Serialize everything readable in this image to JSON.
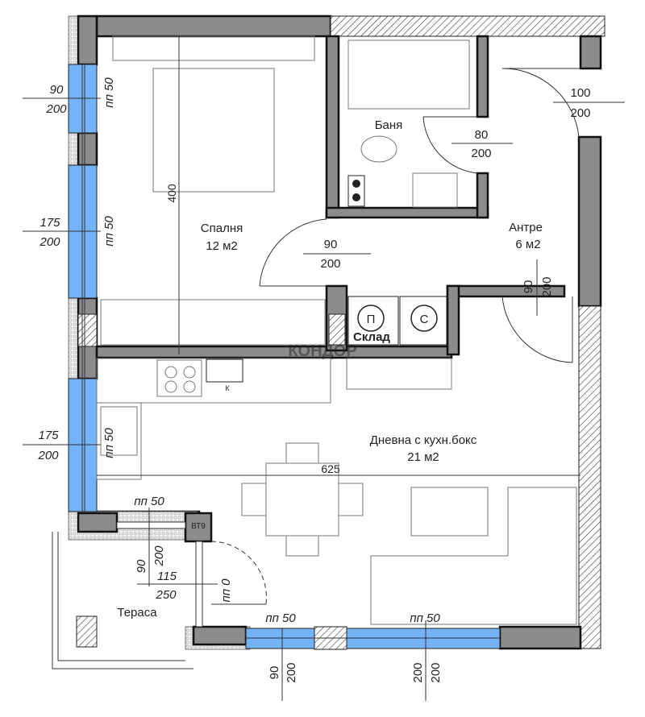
{
  "colors": {
    "window_glass": "#74b3f5",
    "wall": "#8c8c8c",
    "outline": "#111111"
  },
  "watermark": "КОНДОР",
  "rooms": {
    "bedroom": {
      "name": "Спалня",
      "area": "12 м2"
    },
    "bathroom": {
      "name": "Баня"
    },
    "hallway": {
      "name": "Антре",
      "area": "6 м2"
    },
    "storage": {
      "name": "Склад",
      "appliance_1": "П",
      "appliance_2": "С"
    },
    "living": {
      "name": "Дневна с кухн.бокс",
      "area": "21 м2"
    },
    "terrace": {
      "name": "Тераса"
    }
  },
  "labels": {
    "column": "ВТ9",
    "fridge": "К"
  },
  "dimensions": {
    "win_bed_1": {
      "w": "90",
      "h": "200",
      "sill": "пп 50"
    },
    "win_bed_2": {
      "w": "175",
      "h": "200",
      "sill": "пп 50"
    },
    "bed_length": "400",
    "bath_door": {
      "w": "80",
      "h": "200"
    },
    "entry_door": {
      "w": "100",
      "h": "200"
    },
    "bed_door": {
      "w": "90",
      "h": "200"
    },
    "hall_door": {
      "w": "90",
      "h": "200"
    },
    "win_living": {
      "w": "175",
      "h": "200",
      "sill": "пп 50"
    },
    "living_length": "625",
    "terrace_win": {
      "sill": "пп 50"
    },
    "terrace_door_1": {
      "w": "90",
      "h": "200"
    },
    "terrace_door_2": {
      "w": "115",
      "h": "250",
      "sill": "пп 0"
    },
    "bottom_win_1": {
      "w": "90",
      "h": "200",
      "sill": "пп 50"
    },
    "bottom_win_2": {
      "w": "200",
      "h": "200",
      "sill": "пп 50"
    }
  }
}
